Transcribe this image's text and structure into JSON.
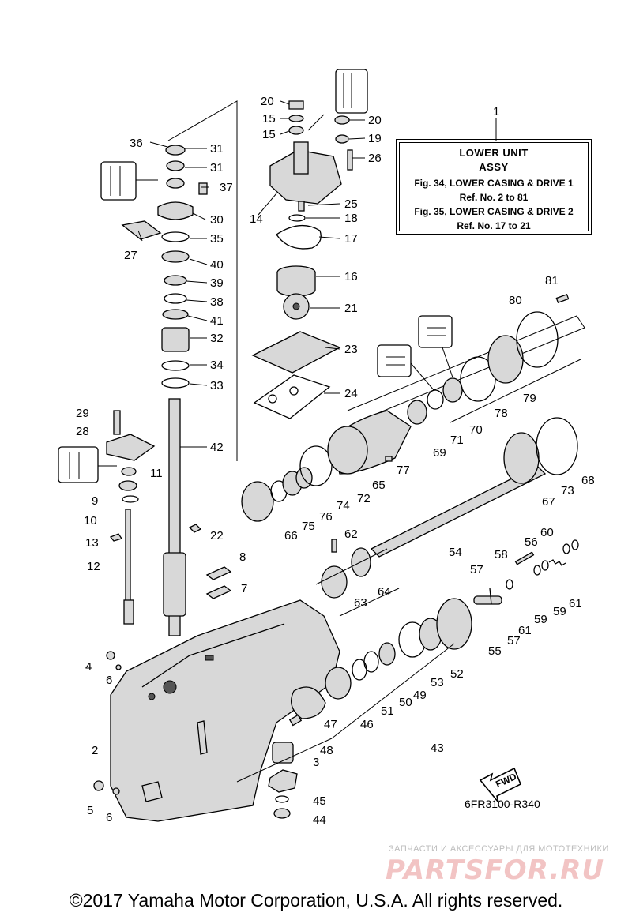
{
  "reference_box": {
    "title_line1": "LOWER UNIT",
    "title_line2": "ASSY",
    "ref_line1": "Fig. 34, LOWER CASING & DRIVE 1",
    "ref_line2": "Ref. No. 2 to 81",
    "ref_line3": "Fig. 35, LOWER CASING & DRIVE 2",
    "ref_line4": "Ref. No. 17 to 21"
  },
  "direction_label": "FWD",
  "diagram_code": "6FR3100-R340",
  "watermark": {
    "caption": "ЗАПЧАСТИ И АКСЕССУАРЫ ДЛЯ МОТОТЕХНИКИ",
    "logo": "PARTSFOR.RU"
  },
  "copyright": "©2017 Yamaha Motor Corporation, U.S.A. All rights reserved.",
  "callouts": [
    {
      "num": "1"
    },
    {
      "num": "2"
    },
    {
      "num": "3"
    },
    {
      "num": "4"
    },
    {
      "num": "5"
    },
    {
      "num": "6"
    },
    {
      "num": "6"
    },
    {
      "num": "7"
    },
    {
      "num": "8"
    },
    {
      "num": "9"
    },
    {
      "num": "10"
    },
    {
      "num": "11"
    },
    {
      "num": "12"
    },
    {
      "num": "13"
    },
    {
      "num": "14"
    },
    {
      "num": "15"
    },
    {
      "num": "15"
    },
    {
      "num": "16"
    },
    {
      "num": "17"
    },
    {
      "num": "18"
    },
    {
      "num": "19"
    },
    {
      "num": "20"
    },
    {
      "num": "20"
    },
    {
      "num": "21"
    },
    {
      "num": "22"
    },
    {
      "num": "23"
    },
    {
      "num": "24"
    },
    {
      "num": "25"
    },
    {
      "num": "26"
    },
    {
      "num": "27"
    },
    {
      "num": "28"
    },
    {
      "num": "29"
    },
    {
      "num": "30"
    },
    {
      "num": "31"
    },
    {
      "num": "31"
    },
    {
      "num": "32"
    },
    {
      "num": "33"
    },
    {
      "num": "34"
    },
    {
      "num": "35"
    },
    {
      "num": "36"
    },
    {
      "num": "37"
    },
    {
      "num": "38"
    },
    {
      "num": "39"
    },
    {
      "num": "40"
    },
    {
      "num": "41"
    },
    {
      "num": "42"
    },
    {
      "num": "43"
    },
    {
      "num": "44"
    },
    {
      "num": "45"
    },
    {
      "num": "46"
    },
    {
      "num": "47"
    },
    {
      "num": "48"
    },
    {
      "num": "49"
    },
    {
      "num": "50"
    },
    {
      "num": "51"
    },
    {
      "num": "52"
    },
    {
      "num": "53"
    },
    {
      "num": "54"
    },
    {
      "num": "55"
    },
    {
      "num": "56"
    },
    {
      "num": "57"
    },
    {
      "num": "57"
    },
    {
      "num": "58"
    },
    {
      "num": "59"
    },
    {
      "num": "59"
    },
    {
      "num": "60"
    },
    {
      "num": "61"
    },
    {
      "num": "61"
    },
    {
      "num": "62"
    },
    {
      "num": "63"
    },
    {
      "num": "64"
    },
    {
      "num": "65"
    },
    {
      "num": "66"
    },
    {
      "num": "67"
    },
    {
      "num": "68"
    },
    {
      "num": "69"
    },
    {
      "num": "70"
    },
    {
      "num": "71"
    },
    {
      "num": "72"
    },
    {
      "num": "73"
    },
    {
      "num": "74"
    },
    {
      "num": "75"
    },
    {
      "num": "76"
    },
    {
      "num": "77"
    },
    {
      "num": "78"
    },
    {
      "num": "79"
    },
    {
      "num": "80"
    },
    {
      "num": "81"
    }
  ]
}
